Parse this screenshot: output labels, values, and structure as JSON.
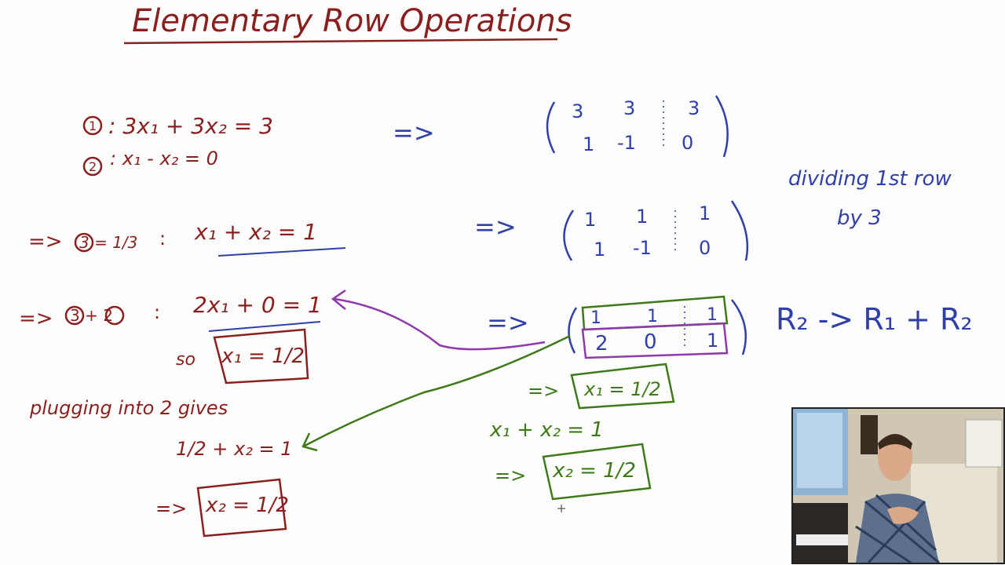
{
  "title": "Elementary Row Operations",
  "left": {
    "eq1": {
      "marker": "1",
      "label": ": 3x₁ + 3x₂ = 3"
    },
    "eq2": {
      "marker": "2",
      "label": ":  x₁ - x₂ = 0"
    },
    "step1": {
      "arrow": "=>",
      "lhs": "3 = 1/3",
      "sep": ":",
      "rhs": "x₁ + x₂ = 1"
    },
    "step2": {
      "arrow": "=>",
      "lhs": "3 + 2",
      "sep": ":",
      "rhs": "2x₁ + 0 = 1"
    },
    "so": "so",
    "box1": "x₁ = 1/2",
    "plugging": "plugging into 2 gives",
    "line": "1/2 + x₂ = 1",
    "arrow3": "=>",
    "box2": "x₂ = 1/2"
  },
  "middle": {
    "arrow1": "=>",
    "arrow2": "=>",
    "arrow3": "=>"
  },
  "matrices": {
    "m1": {
      "rows": [
        [
          "3",
          "3",
          "3"
        ],
        [
          "1",
          "-1",
          "0"
        ]
      ]
    },
    "m2": {
      "rows": [
        [
          "1",
          "1",
          "1"
        ],
        [
          "1",
          "-1",
          "0"
        ]
      ]
    },
    "m3": {
      "rows": [
        [
          "1",
          "1",
          "1"
        ],
        [
          "2",
          "0",
          "1"
        ]
      ]
    }
  },
  "notes": {
    "dividing_line1": "dividing 1st row",
    "dividing_line2": "by 3",
    "rowop": "R₂ -> R₁ + R₂"
  },
  "green": {
    "arrow1": "=>",
    "box1": "x₁ = 1/2",
    "line": "x₁ + x₂ = 1",
    "arrow2": "=>",
    "box2": "x₂ = 1/2"
  },
  "colors": {
    "red": "#8a1f1f",
    "blue": "#3140a8",
    "green": "#3f7a1a",
    "purple": "#8e3aa8"
  }
}
